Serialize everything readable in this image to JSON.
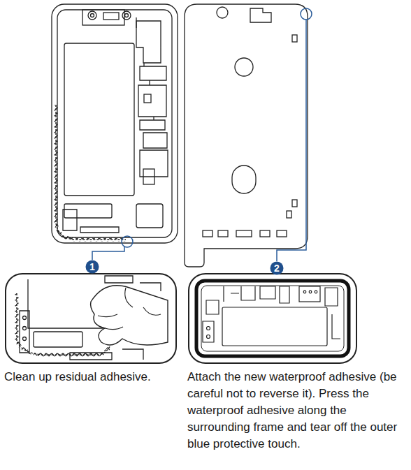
{
  "diagram": {
    "nodes": [
      {
        "text": [
          "1"
        ]
      },
      {
        "text": [
          "2"
        ]
      }
    ],
    "labels": [
      "Clean up residual adhesive.",
      "Attach the new waterproof adhesive (be careful not to reverse it). Press the waterproof adhesive along the surrounding frame and tear off the outer blue protective touch."
    ]
  }
}
